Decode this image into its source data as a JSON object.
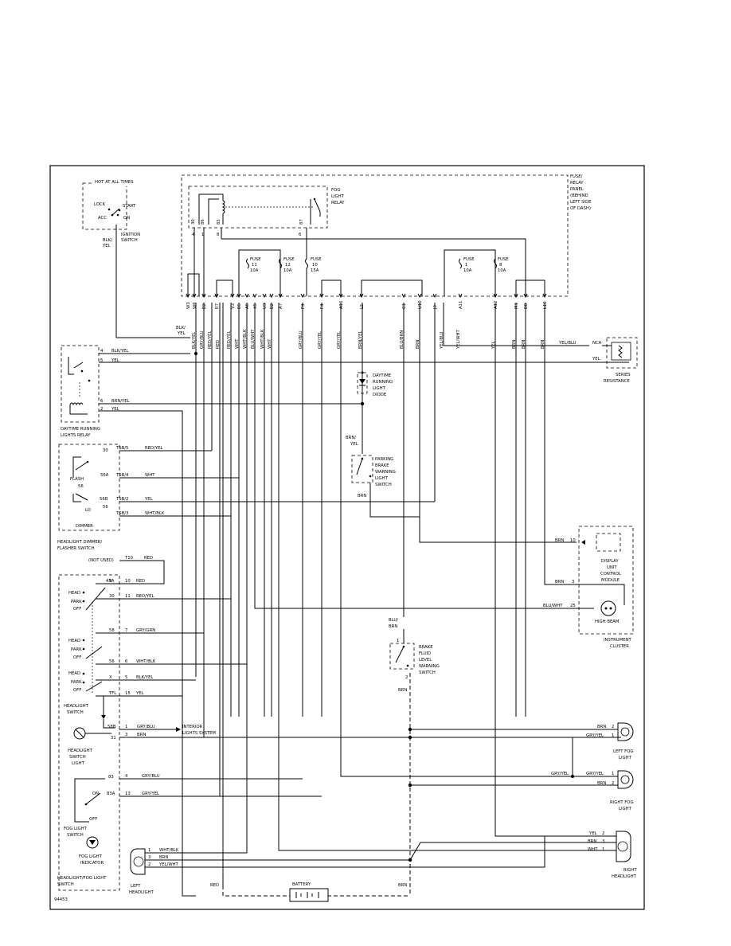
{
  "diagram_id": "94453",
  "components": {
    "hot_at_all_times": "HOT AT ALL TIMES",
    "ign": {
      "lock": "LOCK",
      "acc": "ACC",
      "start": "START",
      "on": "ON",
      "wire": "BLK/",
      "wire2": "YEL",
      "name1": "IGNITION",
      "name2": "SWITCH"
    },
    "fog_relay": [
      "FOG",
      "LIGHT",
      "RELAY"
    ],
    "fuse_panel": [
      "FUSE/",
      "RELAY",
      "PANEL",
      "(BEHIND",
      "LEFT SIDE",
      "OF DASH)"
    ],
    "fuses": [
      {
        "a": "FUSE",
        "b": "11",
        "c": "10A"
      },
      {
        "a": "FUSE",
        "b": "12",
        "c": "10A"
      },
      {
        "a": "FUSE",
        "b": "10",
        "c": "15A"
      },
      {
        "a": "FUSE",
        "b": "1",
        "c": "10A"
      },
      {
        "a": "FUSE",
        "b": "8",
        "c": "10A"
      }
    ],
    "relay_pins": [
      "30",
      "86",
      "85",
      "87",
      "4",
      "1",
      "8",
      "6"
    ],
    "panel_terms": [
      "W3",
      "W6",
      "B2",
      "R7",
      "V3",
      "B5",
      "A6",
      "X5",
      "U3",
      "B2",
      "A7",
      "P4",
      "F4",
      "A15",
      "L5",
      "C1",
      "U10",
      "J3",
      "A11",
      "A12",
      "M1",
      "B8",
      "L10"
    ],
    "panel_wires": [
      "BLK/YEL",
      "GRY/BLU",
      "RED/YEL",
      "RED",
      "RED/YEL",
      "WHT",
      "WHT/BLK",
      "BLU/WHT",
      "WHT/BLK",
      "WHT",
      "GRY/BLU",
      "GRY/YEL",
      "GRY/YEL",
      "BRN/YEL",
      "BLU/BRN",
      "BRN",
      "YEL/BLU",
      "YEL/WHT",
      "YEL",
      "BRN",
      "BRN",
      "BRN"
    ],
    "blk_yel_left": [
      "BLK/",
      "YEL"
    ],
    "drl_relay": {
      "name1": "DAYTIME RUNNING",
      "name2": "LIGHTS RELAY",
      "pins": [
        "4",
        "5",
        "6",
        "2"
      ],
      "wires": [
        "BLK/YEL",
        "YEL",
        "BRN/YEL",
        "YEL"
      ]
    },
    "drl_diode": [
      "DAYTIME",
      "RUNNING",
      "LIGHT",
      "DIODE"
    ],
    "series_res": {
      "name1": "SERIES",
      "name2": "RESISTANCE",
      "nca": "NCA",
      "yel_blu": "YEL/BLU",
      "yel": "YEL"
    },
    "pbrake": {
      "name": [
        "PARKING",
        "BRAKE",
        "WARNING",
        "LIGHT",
        "SWITCH"
      ],
      "wire_top1": "BRN/",
      "wire_top2": "YEL",
      "wire_bot": "BRN"
    },
    "dimmer": {
      "flash": "FLASH",
      "lo": "LO",
      "p56": "56",
      "p56a": "56A",
      "p56b": "56B",
      "p30": "30",
      "p56_2": "56",
      "dimmer": "DIMMER",
      "name1": "HEADLIGHT DIMMER/",
      "name2": "FLASHER SWITCH",
      "rows": [
        {
          "pin": "30",
          "conn": "TSB/5",
          "wire": "RED/YEL"
        },
        {
          "pin": "56A",
          "conn": "TSB/4",
          "wire": "WHT"
        },
        {
          "pin": "56B",
          "conn": "TSB/2",
          "wire": "YEL"
        },
        {
          "pin": "56",
          "conn": "TSB/3",
          "wire": "WHT/BLK"
        }
      ]
    },
    "display": {
      "lines": [
        "DISPLAY",
        "UNIT",
        "CONTROL",
        "MODULE"
      ],
      "pin1": "10",
      "wire1": "BRN",
      "pin2": "3",
      "wire2": "BRN",
      "pin3": "25",
      "wire3": "BLU/WHT",
      "hb": "HIGH BEAM",
      "cluster1": "INSTRUMENT",
      "cluster2": "CLUSTER"
    },
    "not_used": "(NOT USED)",
    "t10": "T10",
    "red": "RED",
    "hl_switch": {
      "rows": [
        {
          "pin": "10",
          "wire": "RED",
          "sw": "X"
        },
        {
          "pin": "11",
          "wire": "RED/YEL",
          "sw": "30"
        },
        {
          "pin": "7",
          "wire": "GRY/GRN",
          "sw": "58"
        },
        {
          "pin": "6",
          "wire": "WHT/BLK",
          "sw": "56"
        },
        {
          "pin": "5",
          "wire": "BLK/YEL",
          "sw": "X"
        },
        {
          "pin": "15",
          "wire": "YEL",
          "sw": "TFL"
        }
      ],
      "head": "HEAD",
      "park": "PARK",
      "off": "OFF",
      "p45a": "45A",
      "name1": "HEADLIGHT",
      "name2": "SWITCH"
    },
    "swlight": {
      "name": [
        "HEADLIGHT",
        "SWITCH",
        "LIGHT"
      ],
      "p58b": "58B",
      "p31": "31",
      "pin1": "1",
      "wire1": "GRY/BLU",
      "pin2": "3",
      "wire2": "BRN",
      "interior1": "INTERIOR",
      "interior2": "LIGHTS SYSTEM"
    },
    "fog_switch": {
      "on": "ON",
      "off": "OFF",
      "p83": "83",
      "p83a": "83A",
      "pin1": "4",
      "wire1": "GRY/BLU",
      "pin2": "13",
      "wire2": "GRY/YEL",
      "name1": "FOG LIGHT",
      "name2": "SWITCH",
      "ind1": "FOG LIGHT",
      "ind2": "INDICATOR",
      "assy1": "HEADLIGHT/FOG LIGHT",
      "assy2": "SWITCH"
    },
    "brake_fluid": {
      "name": [
        "BRAKE",
        "FLUID",
        "LEVEL",
        "WARNING",
        "SWITCH"
      ],
      "w1": "BLU/",
      "w2": "BRN",
      "p1": "1",
      "p2": "2",
      "wbot": "BRN"
    },
    "left_fog": {
      "name1": "LEFT FOG",
      "name2": "LIGHT",
      "pin1": "2",
      "wire1": "BRN",
      "pin2": "1",
      "wire2": "GRY/YEL"
    },
    "right_fog": {
      "name1": "RIGHT FOG",
      "name2": "LIGHT",
      "pin1": "1",
      "wire1": "GRY/YEL",
      "pin2": "2",
      "wire2": "BRN",
      "wire_left": "GRY/YEL"
    },
    "right_hl": {
      "name1": "RIGHT",
      "name2": "HEADLIGHT",
      "pins": [
        "2",
        "3",
        "1"
      ],
      "wires": [
        "YEL",
        "BRN",
        "WHT"
      ]
    },
    "left_hl": {
      "name1": "LEFT",
      "name2": "HEADLIGHT",
      "pins": [
        "1",
        "3",
        "2"
      ],
      "wires": [
        "WHT/BLK",
        "BRN",
        "YEL/WHT"
      ]
    },
    "battery": "BATTERY",
    "bat_red": "RED",
    "bat_brn": "BRN"
  }
}
